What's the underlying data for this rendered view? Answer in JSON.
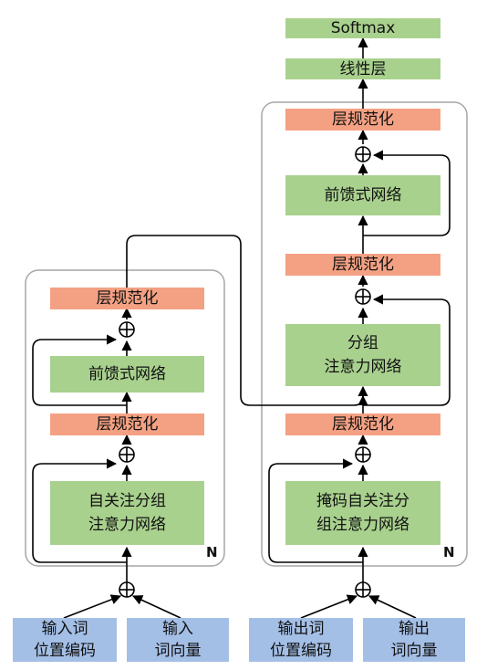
{
  "encoder": {
    "layer_norm_top": "层规范化",
    "ffn": "前馈式网络",
    "layer_norm_mid": "层规范化",
    "attention_line1": "自关注分组",
    "attention_line2": "注意力网络",
    "repeat_label": "N"
  },
  "decoder": {
    "softmax": "Softmax",
    "linear": "线性层",
    "layer_norm_top": "层规范化",
    "ffn": "前馈式网络",
    "layer_norm_upper_mid": "层规范化",
    "cross_attention_line1": "分组",
    "cross_attention_line2": "注意力网络",
    "layer_norm_lower": "层规范化",
    "masked_attention_line1": "掩码自关注分",
    "masked_attention_line2": "组注意力网络",
    "repeat_label": "N"
  },
  "inputs": {
    "enc_pos_line1": "输入词",
    "enc_pos_line2": "位置编码",
    "enc_emb_line1": "输入",
    "enc_emb_line2": "词向量",
    "dec_pos_line1": "输出词",
    "dec_pos_line2": "位置编码",
    "dec_emb_line1": "输出",
    "dec_emb_line2": "词向量"
  },
  "colors": {
    "green": "#a9d18e",
    "salmon": "#f4a183",
    "blue": "#a4bfe6",
    "frame": "#a6a6a6",
    "line": "#000000"
  },
  "symbols": {
    "add": "⊕"
  }
}
